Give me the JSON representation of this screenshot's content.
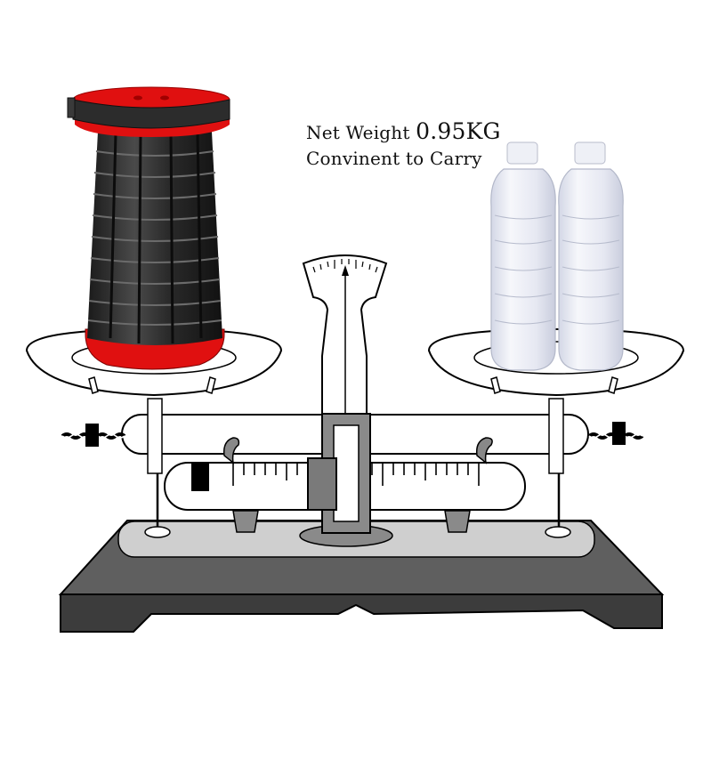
{
  "caption": {
    "label": "Net Weight",
    "value": "0.95KG",
    "subtitle": "Convinent to Carry"
  },
  "colors": {
    "stool_body": "#2b2b2b",
    "stool_rim": "#e01010",
    "scale_base": "#5f5f5f",
    "platform": "#cfcfcf",
    "outline": "#000000",
    "bottle": "#e4e7f2"
  }
}
